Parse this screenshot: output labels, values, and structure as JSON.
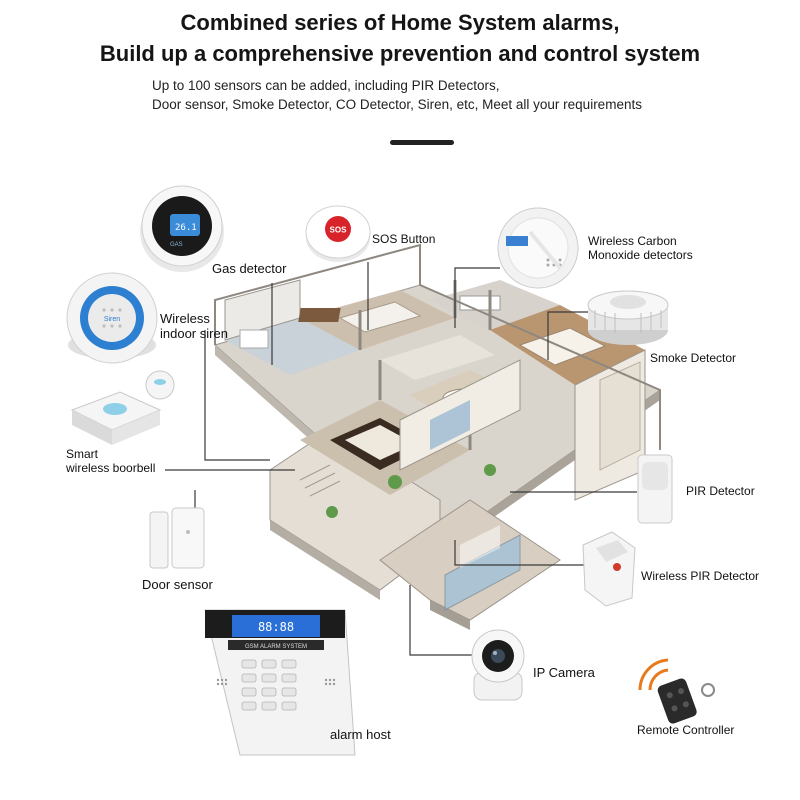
{
  "header": {
    "title_line1": "Combined series of Home System alarms,",
    "title_line2": "Build up a comprehensive prevention and control system",
    "subtitle_line1": "Up to 100 sensors can be added, including PIR Detectors,",
    "subtitle_line2": "Door sensor, Smoke Detector, CO Detector, Siren, etc, Meet all your requirements"
  },
  "devices": {
    "gas_detector": "Gas detector",
    "sos_button": "SOS Button",
    "sos_badge": "SOS",
    "co_detector_line1": "Wireless Carbon",
    "co_detector_line2": "Monoxide detectors",
    "siren_line1": "Wireless",
    "siren_line2": "indoor siren",
    "siren_badge": "Siren",
    "smoke_detector": "Smoke Detector",
    "doorbell_line1": "Smart",
    "doorbell_line2": "wireless boorbell",
    "pir_detector": "PIR Detector",
    "wireless_pir_detector": "Wireless PIR Detector",
    "door_sensor": "Door sensor",
    "ip_camera": "IP Camera",
    "alarm_host": "alarm host",
    "remote_controller": "Remote Controller"
  },
  "alarm_panel": {
    "brand": "GSM ALARM SYSTEM",
    "display": "88:88"
  },
  "colors": {
    "panel_screen": "#2a6fd8",
    "sos_red": "#d8232a",
    "siren_blue": "#2c7fd1",
    "remote_signal": "#e87a1e",
    "pir_eye": "#d23a2a"
  }
}
